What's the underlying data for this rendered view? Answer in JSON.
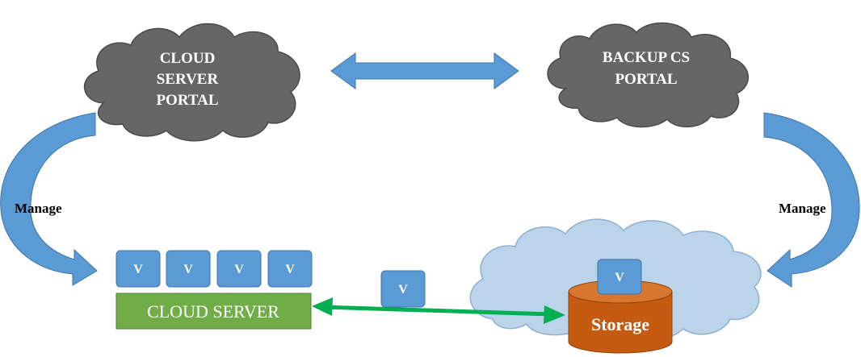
{
  "colors": {
    "portal_cloud": "#666666",
    "portal_cloud_stroke": "#4a4a4a",
    "storage_cloud": "#bcd4ea",
    "storage_cloud_stroke": "#8eb0d0",
    "arrow_blue": "#5b9bd5",
    "arrow_blue_dark": "#3f73a8",
    "vm_box": "#5b9bd5",
    "server_box": "#70ad47",
    "storage_drum": "#c55a11",
    "link_green": "#00b050"
  },
  "cloud_server_portal": {
    "line1": "CLOUD",
    "line2": "SERVER",
    "line3": "PORTAL"
  },
  "backup_portal": {
    "line1": "BACKUP CS",
    "line2": "PORTAL"
  },
  "manage_left": "Manage",
  "manage_right": "Manage",
  "vms": [
    "V",
    "V",
    "V",
    "V"
  ],
  "cloud_server_label": "CLOUD SERVER",
  "transfer_vm": "V",
  "storage_vm": "V",
  "storage_label": "Storage"
}
